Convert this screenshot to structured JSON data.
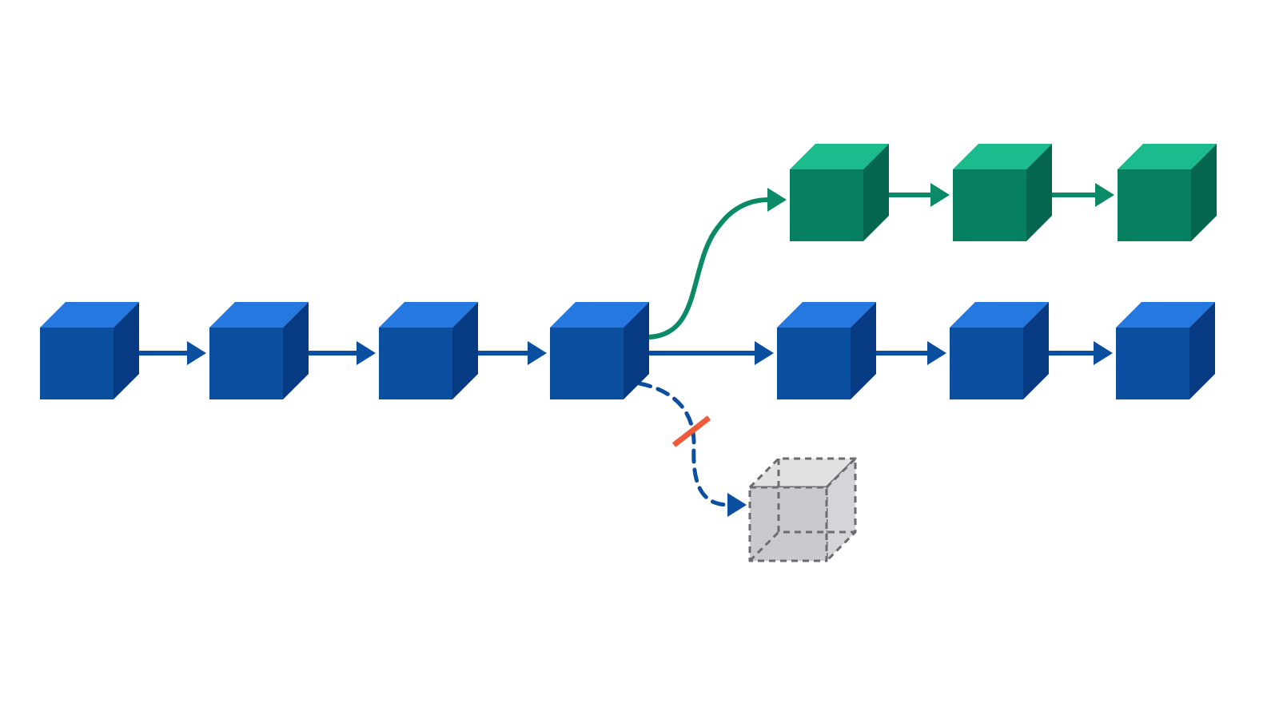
{
  "colors": {
    "main_chain": {
      "front": "#0B4FA0",
      "top": "#2478E0",
      "side": "#063A82",
      "arrow": "#0B4FA0"
    },
    "fork_chain": {
      "front": "#078062",
      "top": "#1CBB8E",
      "side": "#056650",
      "arrow": "#0B8A68"
    },
    "orphan_block": {
      "front": "#C9CACD",
      "top": "#E0E1E3",
      "side": "#D4D5D8",
      "outline": "#6A6C70"
    },
    "rejected_link": {
      "line": "#0B4FA0",
      "block_mark": "#EE5A3A"
    },
    "background": "#FFFFFF"
  },
  "diagram": {
    "main_chain": {
      "block_count": 7,
      "fork_after_block": 4,
      "icon": "cube-icon"
    },
    "fork_chain": {
      "block_count": 3,
      "icon": "cube-icon"
    },
    "orphan_block": {
      "style": "dashed",
      "icon": "cube-icon"
    },
    "rejected_link": {
      "style": "dashed",
      "blocked": true,
      "icon": "block-mark-icon"
    }
  }
}
